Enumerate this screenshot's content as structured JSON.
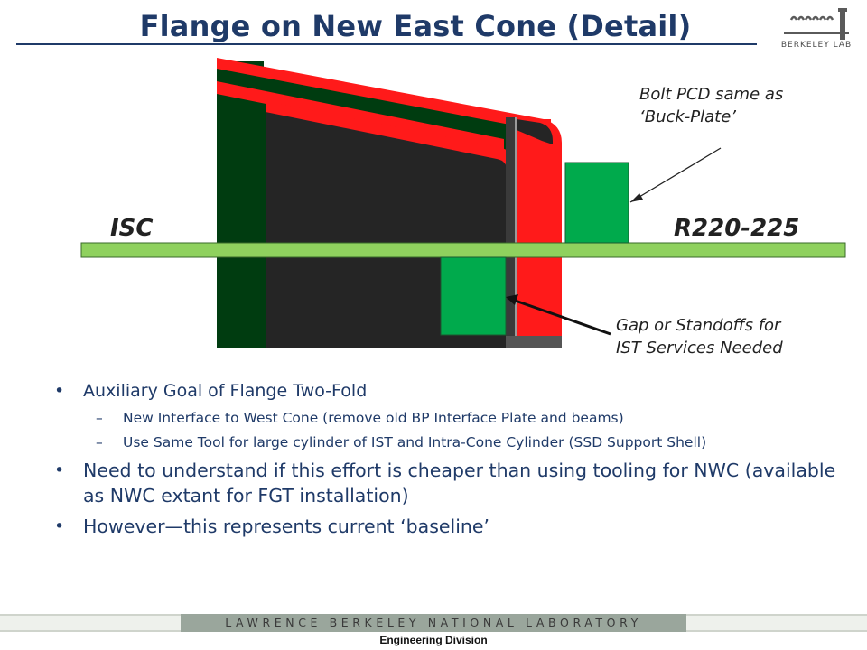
{
  "title": "Flange on New East Cone (Detail)",
  "logo": {
    "text": "BERKELEY LAB"
  },
  "diagram": {
    "label_left": "ISC",
    "label_right": "R220-225",
    "note_top": [
      "Bolt PCD same as",
      "‘Buck-Plate’"
    ],
    "note_bottom": [
      "Gap or Standoffs for",
      "IST Services Needed"
    ]
  },
  "bullets": [
    {
      "text": "Auxiliary Goal of Flange Two-Fold",
      "sub": [
        "New Interface to West Cone (remove old BP Interface Plate and beams)",
        "Use Same Tool for large cylinder of IST and Intra-Cone Cylinder (SSD Support Shell)"
      ]
    },
    {
      "text": "Need to understand if this effort is cheaper than using tooling for NWC (available as NWC extant for FGT installation)"
    },
    {
      "text": "However—this represents current ‘baseline’"
    }
  ],
  "footer": {
    "lab": "LAWRENCE BERKELEY NATIONAL LABORATORY",
    "division": "Engineering Division"
  },
  "colors": {
    "title": "#1f3a68",
    "dark_green": "#003c10",
    "red": "#ff1a1a",
    "flange_green": "#00aa4c",
    "plate_green": "#8fd15e",
    "core": "#252525"
  }
}
